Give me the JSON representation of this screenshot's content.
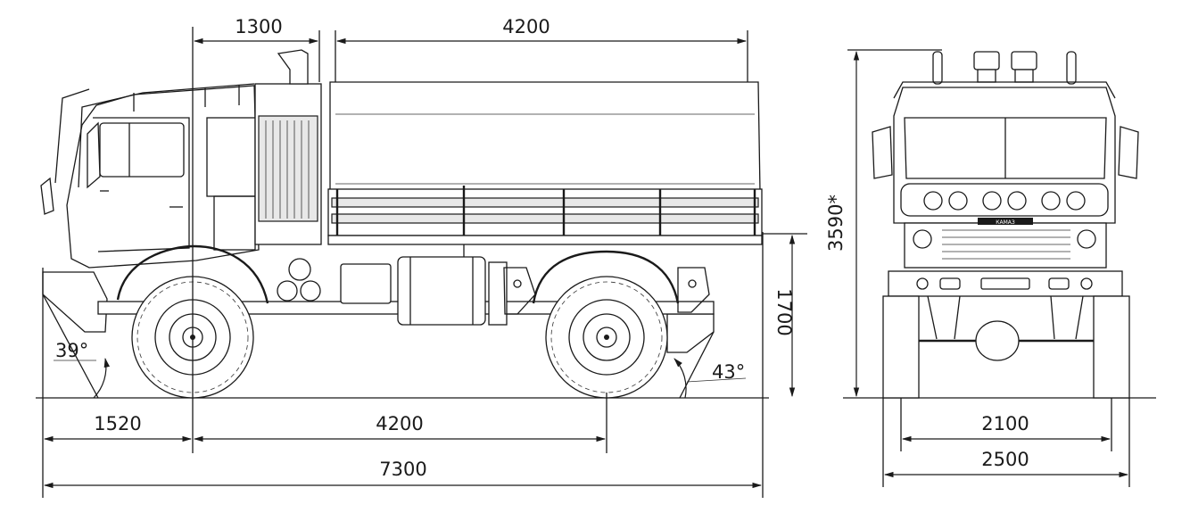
{
  "side_view": {
    "dim_front_overhang_cab": "1300",
    "dim_body_length": "4200",
    "dim_body_floor_height": "1700",
    "dim_front_overhang": "1520",
    "dim_wheelbase": "4200",
    "dim_overall_length": "7300",
    "approach_angle": "39°",
    "departure_angle": "43°"
  },
  "front_view": {
    "dim_overall_height": "3590*",
    "dim_track_width": "2100",
    "dim_overall_width": "2500",
    "badge_text": "КАМАЗ"
  }
}
